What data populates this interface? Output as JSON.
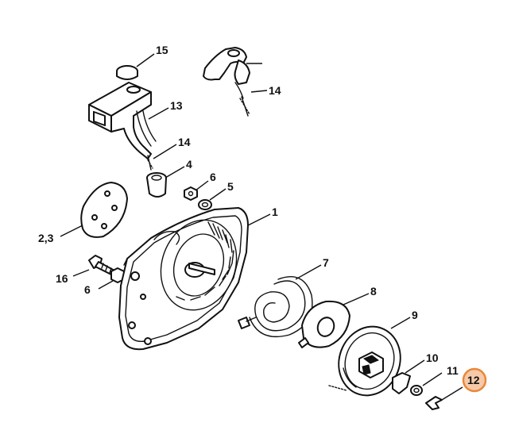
{
  "callouts": [
    {
      "id": "c15",
      "label": "15"
    },
    {
      "id": "c13",
      "label": "13"
    },
    {
      "id": "c14a",
      "label": "14"
    },
    {
      "id": "c14b",
      "label": "14"
    },
    {
      "id": "c4",
      "label": "4"
    },
    {
      "id": "c6a",
      "label": "6"
    },
    {
      "id": "c5",
      "label": "5"
    },
    {
      "id": "c1",
      "label": "1"
    },
    {
      "id": "c2",
      "label": "2,3"
    },
    {
      "id": "c16",
      "label": "16"
    },
    {
      "id": "c6b",
      "label": "6"
    },
    {
      "id": "c7",
      "label": "7"
    },
    {
      "id": "c8",
      "label": "8"
    },
    {
      "id": "c9",
      "label": "9"
    },
    {
      "id": "c10",
      "label": "10"
    },
    {
      "id": "c11",
      "label": "11"
    },
    {
      "id": "c12",
      "label": "12"
    }
  ],
  "highlight": {
    "label": "12",
    "ring_color": "#e8883a",
    "fill_color": "#f6c9a8"
  }
}
